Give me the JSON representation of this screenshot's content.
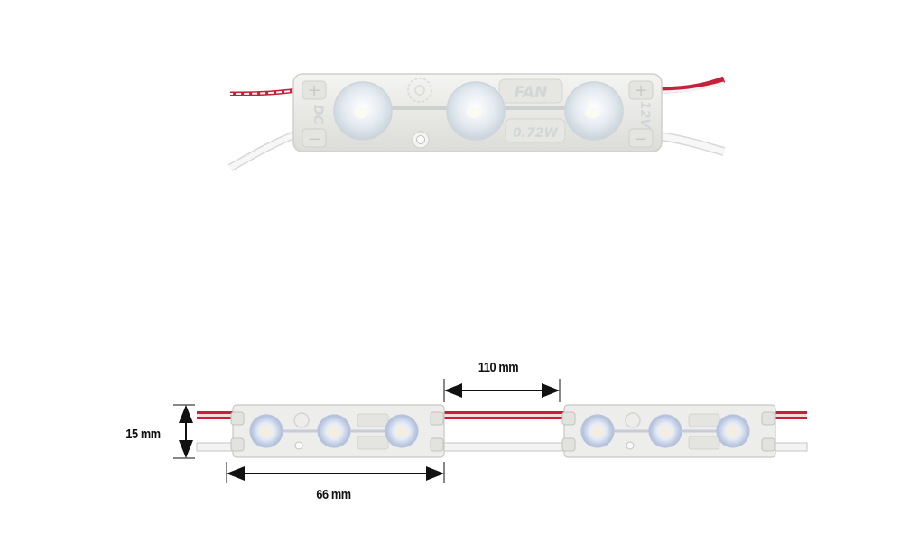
{
  "photo": {
    "left_marking": "DC",
    "right_marking": "12V",
    "plus_sign": "+",
    "minus_sign": "−",
    "power_label": "0.72W",
    "logo_text": "FAN"
  },
  "dimensions": {
    "length": "66 mm",
    "height": "15 mm",
    "spacing": "110 mm"
  },
  "colors": {
    "module_body": "#ececea",
    "wire_red": "#c8203a",
    "wire_white": "#f2f2f2",
    "lens": "#e9eef4"
  }
}
